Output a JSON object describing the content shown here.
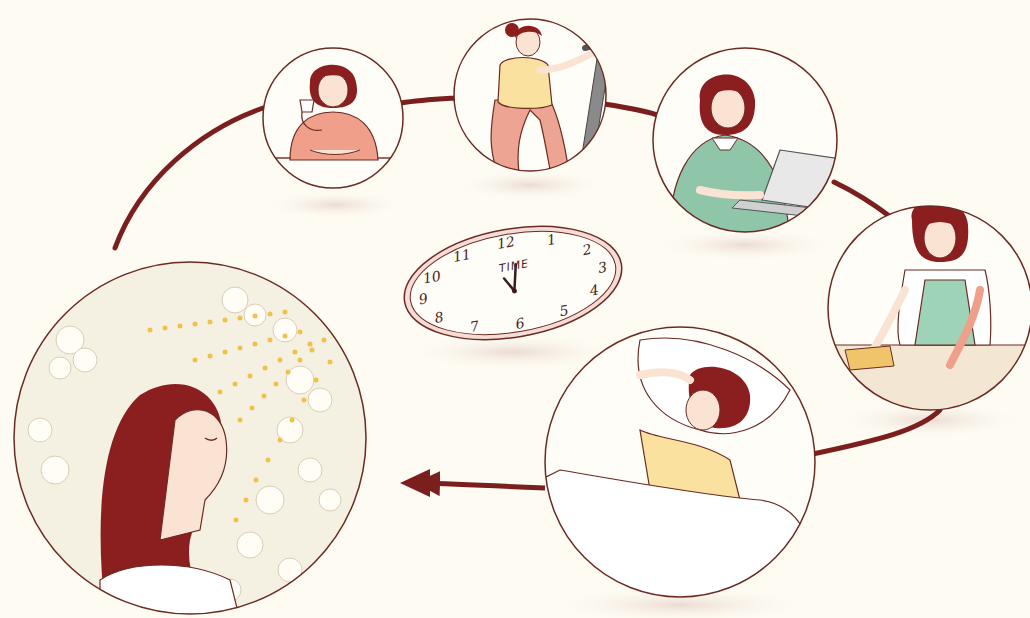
{
  "diagram": {
    "nodes": [
      {
        "text": [
          "12",
          "1",
          "2",
          "3",
          "4",
          "5",
          "6",
          "7",
          "8",
          "9",
          "10",
          "11",
          "TIME"
        ]
      }
    ]
  }
}
